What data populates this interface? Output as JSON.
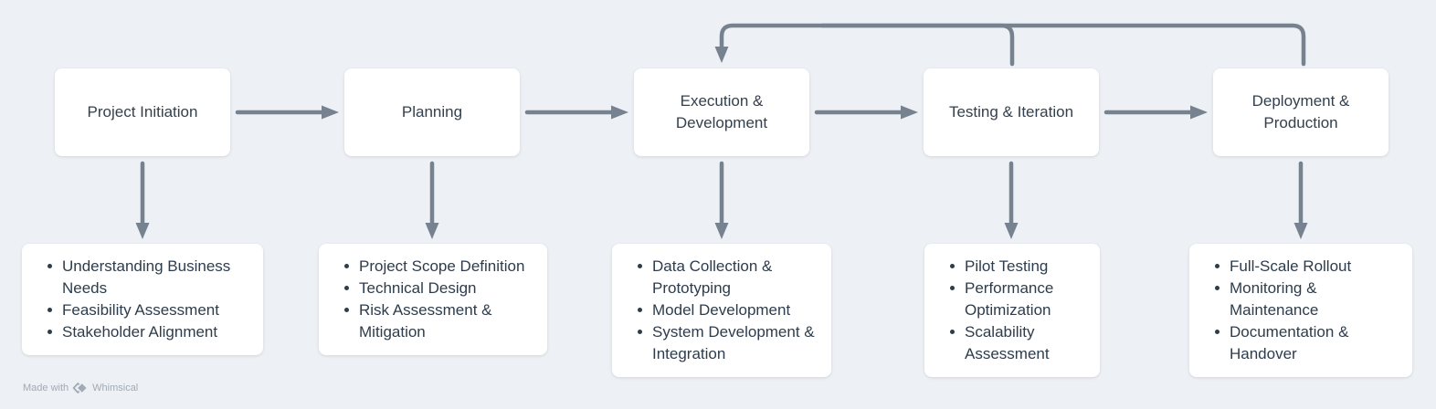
{
  "diagram": {
    "type": "flowchart",
    "colors": {
      "background": "#EDF0F4",
      "node_fill": "#FFFFFF",
      "node_text": "#33404E",
      "detail_text": "#2E3C4B",
      "arrow": "#76828F",
      "watermark_text": "#A2AAB5"
    },
    "stages": [
      {
        "label": "Project Initiation",
        "details": [
          "Understanding Business Needs",
          "Feasibility Assessment",
          "Stakeholder Alignment"
        ]
      },
      {
        "label": "Planning",
        "details": [
          "Project Scope Definition",
          "Technical Design",
          "Risk Assessment & Mitigation"
        ]
      },
      {
        "label": "Execution & Development",
        "details": [
          "Data Collection & Prototyping",
          "Model Development",
          "System Development & Integration"
        ]
      },
      {
        "label": "Testing & Iteration",
        "details": [
          "Pilot Testing",
          "Performance Optimization",
          "Scalability Assessment"
        ]
      },
      {
        "label": "Deployment & Production",
        "details": [
          "Full-Scale Rollout",
          "Monitoring & Maintenance",
          "Documentation & Handover"
        ]
      }
    ],
    "connections": [
      "Project Initiation -> Planning",
      "Planning -> Execution & Development",
      "Execution & Development -> Testing & Iteration",
      "Testing & Iteration -> Deployment & Production",
      "Testing & Iteration -> Execution & Development (feedback)",
      "Deployment & Production -> Execution & Development (feedback)"
    ]
  },
  "watermark": {
    "made_with": "Made with",
    "brand": "Whimsical"
  }
}
